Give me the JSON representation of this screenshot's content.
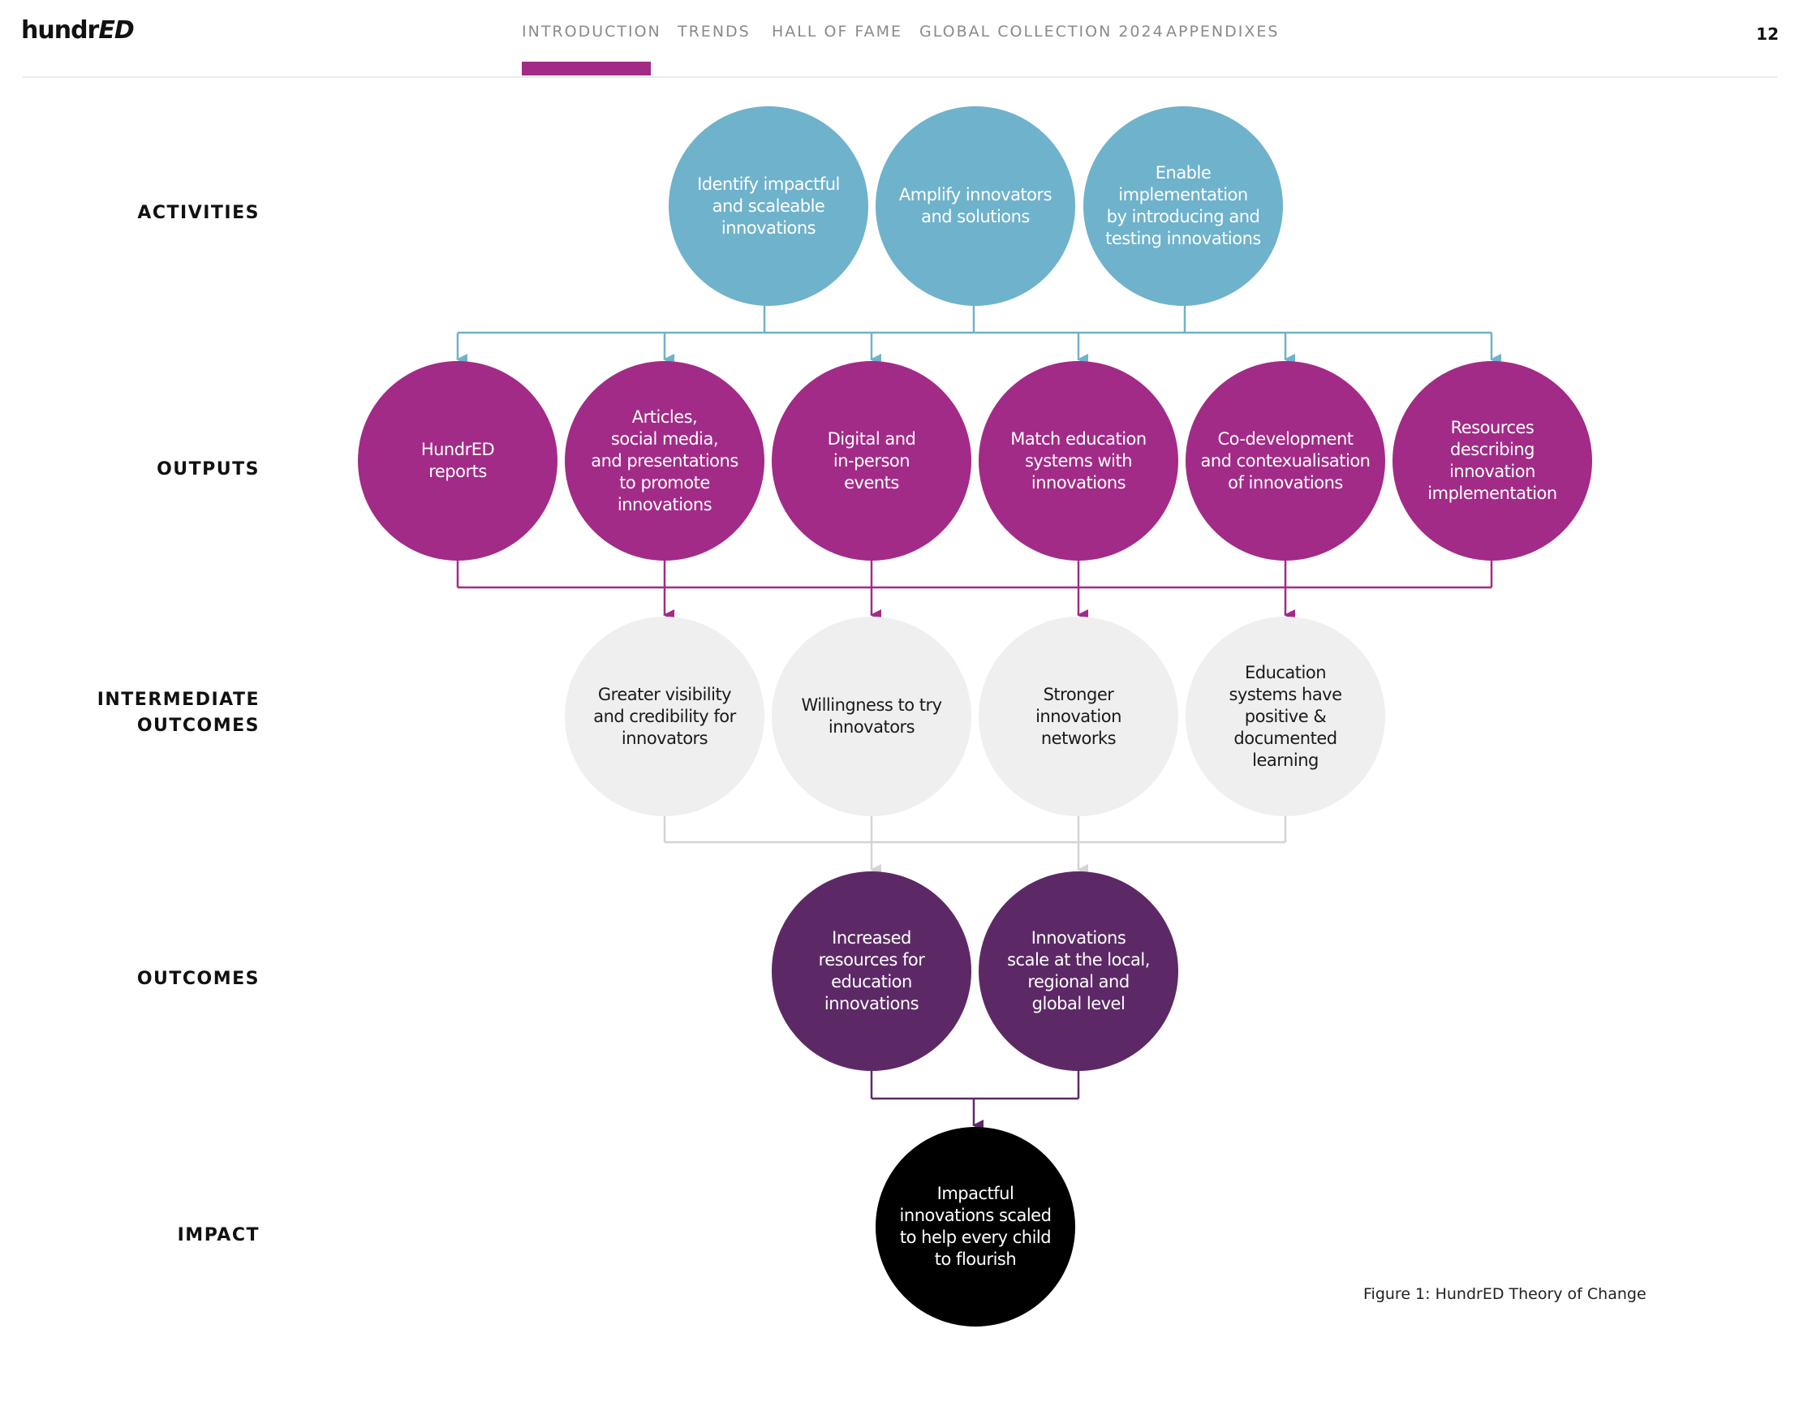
{
  "header": {
    "logo_main": "hundr",
    "logo_ed": "ED",
    "nav": [
      "INTRODUCTION",
      "TRENDS",
      "HALL OF FAME",
      "GLOBAL COLLECTION 2024",
      "APPENDIXES"
    ],
    "active_nav": "INTRODUCTION",
    "page_number": "12"
  },
  "row_labels": {
    "activities": "ACTIVITIES",
    "outputs": "OUTPUTS",
    "intermediate": "INTERMEDIATE\nOUTCOMES",
    "outcomes": "OUTCOMES",
    "impact": "IMPACT"
  },
  "colors": {
    "activity": "#6fb2cb",
    "output": "#a22b87",
    "intermediate": "#efefef",
    "intermediate_line": "#d4d4d4",
    "outcome": "#5c2966",
    "impact": "#000000",
    "accent": "#a22b87"
  },
  "nodes": {
    "activities": [
      "Identify impactful\nand scaleable\ninnovations",
      "Amplify innovators\nand solutions",
      "Enable\nimplementation\nby introducing and\ntesting innovations"
    ],
    "outputs": [
      "HundrED\nreports",
      "Articles,\nsocial media,\nand presentations\nto promote\ninnovations",
      "Digital and\nin-person\nevents",
      "Match education\nsystems with\ninnovations",
      "Co-development\nand contexualisation\nof innovations",
      "Resources\ndescribing\ninnovation\nimplementation"
    ],
    "intermediate": [
      "Greater visibility\nand credibility for\ninnovators",
      "Willingness to try\ninnovators",
      "Stronger\ninnovation\nnetworks",
      "Education\nsystems have\npositive &\ndocumented\nlearning"
    ],
    "outcomes": [
      "Increased\nresources for\neducation\ninnovations",
      "Innovations\nscale at the local,\nregional and\nglobal level"
    ],
    "impact": [
      "Impactful\ninnovations scaled\nto help every child\nto flourish"
    ]
  },
  "caption": "Figure 1: HundrED Theory of Change"
}
